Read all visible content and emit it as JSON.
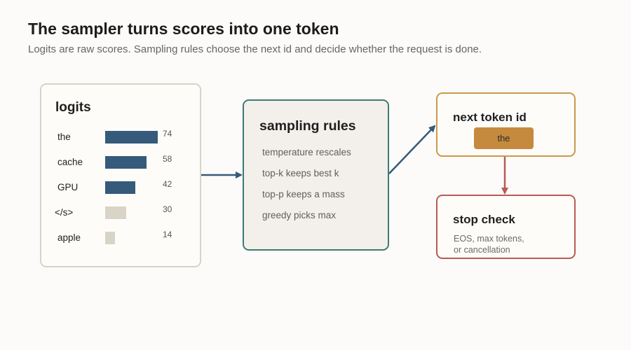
{
  "header": {
    "title": "The sampler turns scores into one token",
    "subtitle": "Logits are raw scores. Sampling rules choose the next id and decide whether the request is done."
  },
  "logits": {
    "title": "logits",
    "items": [
      {
        "token": "the",
        "score": 74,
        "highlight": true
      },
      {
        "token": "cache",
        "score": 58,
        "highlight": true
      },
      {
        "token": "GPU",
        "score": 42,
        "highlight": true
      },
      {
        "token": "</s>",
        "score": 30,
        "highlight": false
      },
      {
        "token": "apple",
        "score": 14,
        "highlight": false
      }
    ]
  },
  "rules": {
    "title": "sampling rules",
    "items": [
      "temperature rescales",
      "top-k keeps best k",
      "top-p keeps a mass",
      "greedy picks max"
    ]
  },
  "next_token": {
    "title": "next token id",
    "value": "the"
  },
  "stop_check": {
    "title": "stop check",
    "line1": "EOS, max tokens,",
    "line2": "or cancellation"
  },
  "colors": {
    "bar_highlight": "#355a7a",
    "bar_muted": "#d8d4c8",
    "arrow_blue": "#355a7a",
    "arrow_red": "#b85a55",
    "rules_border": "#3e7a74",
    "next_border": "#c99a4b",
    "stop_border": "#b85a55"
  }
}
